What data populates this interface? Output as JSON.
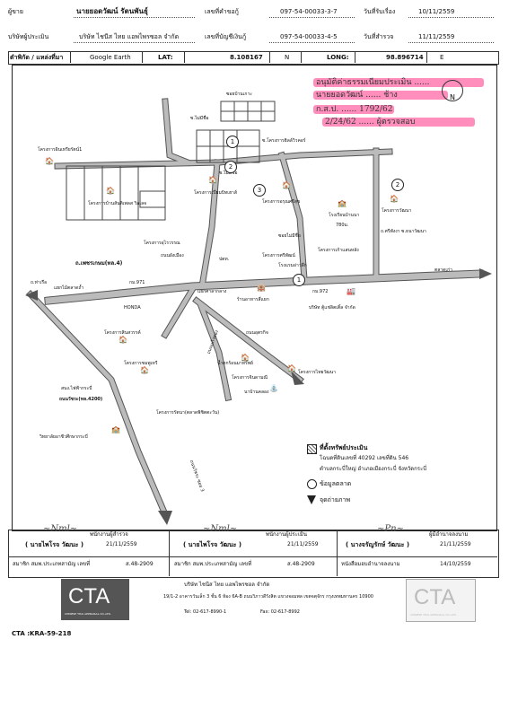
{
  "header": {
    "row1": {
      "owner_label": "ผู้ขาย",
      "owner_value": "นายยอดวัฒน์ รัตนพันธุ์",
      "request_no_label": "เลขที่คำขอกู้",
      "request_no_value": "097-54-00033-3-7",
      "receive_date_label": "วันที่รับเรื่อง",
      "receive_date_value": "10/11/2559"
    },
    "row2": {
      "company_label": "บริษัทผู้ประเมิน",
      "company_value": "บริษัท ไชนีส ไทย แอพไพรซอล จำกัด",
      "account_label": "เลขที่บัญชีเงินกู้",
      "account_value": "097-54-00033-4-5",
      "survey_date_label": "วันที่สำรวจ",
      "survey_date_value": "11/11/2559"
    },
    "coords": {
      "place_label": "ตำพิกัด / แหล่งที่มา",
      "source_value": "Google Earth",
      "lat_label": "LAT:",
      "lat_value": "8.108167",
      "lat_dir": "N",
      "long_label": "LONG:",
      "long_value": "98.896714",
      "long_dir": "E"
    }
  },
  "map": {
    "handwritten_notes": [
      "อนุมัติค่าธรรมเนียมประเมิน ......",
      "นายยอดวัฒน์ ...... ช้าง",
      "ก.ส.ป. ...... 1792/62",
      "2/24/62 ...... ผู้ตรวจสอบ"
    ],
    "labels": {
      "alley_top": "ซอยบ้านเกาะ",
      "soi_a": "ซ.ไม่มีชื่อ",
      "soi_b": "ซ.ไม่มีชื่อ",
      "soi_kk": "ซ.โครงการฮิลล์วิวคอร์",
      "proj1": "โครงการอินเทรียรัตน์1",
      "proj2": "โครงการบ้านสันติเพลส วิลเลจ",
      "proj3": "โครงการเปี่ยมบิทเฮาส์",
      "proj4": "โครงการอรุณศรีสุข",
      "proj5": "โครงการวัฒนา",
      "proj6": "โครงการเก้าแสนหลัง",
      "school": "โรงเรียนบ้านนา",
      "dist1": "780ม.",
      "soi_c": "ซอยไม่มีชื่อ",
      "soi_d": "ถ.ศรีพังงา ซ.ธนาวัฒนา",
      "soi_e": "ซอยไม่มีชื่อ",
      "main_road": "ถ.เพชรเกษม(ทล.4)",
      "road_mueang": "ถนนผังเมือง",
      "km971": "กม.971",
      "km972": "กม.972",
      "gas": "ปตท.",
      "shop1": "โครงการศรีพัฒน์",
      "shop2": "ร้านอาหารสี่แยก",
      "ptt_sym": "แยกศาลากลาง",
      "noodle": "โรงแรมอ่าวลึก",
      "honda": "HONDA",
      "pakklong": "แยกไม้ตลาดถ้ำ",
      "tsingtao": "บริษัท ตู้แช่ลิตเติ้ล จำกัด",
      "tolane": "ตลาดเก่า",
      "krabi_rd": "ถ.ท่าเรือ",
      "proj_saiyan": "โครงการสินสวรรค์",
      "proj_kumkan": "โครงการชมพูเทวี",
      "water": "น้ำตกร้อนมาทรัพย์",
      "proj_thai": "โครงการไทยวัฒนา",
      "proj_jindar": "โครงการจินดามณี",
      "proj_uthai": "โครงการอุไรวรรณ",
      "naatan": "นาบ้านคลอง",
      "rd_kaewtong": "ถนนแก้วทอง",
      "rd_utarakit": "ถนนอุตรกิจ",
      "rd_wachirawut": "ถนนวัชระ(ทล.4200)",
      "tet": "สนง.ไฟฟ้ากระบี่",
      "rattana": "โครงการรัตนา(ตลาดพิชิตตะวัน)",
      "vit": "วิทยาลัยอาชีวศึกษากระบี่",
      "rd_bottom": "ถนนวัชระ ซอย 3"
    },
    "markers": [
      "1",
      "2",
      "3",
      "2",
      "1"
    ],
    "north": "N"
  },
  "legend": {
    "item1_title": "ที่ตั้งทรัพย์ประเมิน",
    "item1_line1": "โฉนดที่ดินเลขที่ 40292 เลขที่ดิน 546",
    "item1_line2": "ตำบลกระบี่ใหญ่ อำเภอเมืองกระบี่ จังหวัดกระบี่",
    "item2": "ข้อมูลตลาด",
    "item3": "จุดถ่ายภาพ"
  },
  "signatures": {
    "col1": {
      "role": "พนักงานผู้สำรวจ",
      "name": "( นายไพโรจ วัฒนะ )",
      "date": "21/11/2559",
      "member_label": "สมาชิก สมพ.ประเภทสามัญ เลขที่",
      "member_no": "ส.48-2909"
    },
    "col2": {
      "role": "พนักงานผู้ประเมิน",
      "name": "( นายไพโรจ วัฒนะ )",
      "date": "21/11/2559",
      "member_label": "สมาชิก สมพ.ประเภทสามัญ เลขที่",
      "member_no": "ส.48-2909"
    },
    "col3": {
      "role": "ผู้มีอำนาจลงนาม",
      "name": "( นางจรัญรักษ์ วัฒนะ )",
      "date": "21/11/2559",
      "doc_label": "หนังสือมอบอำนาจลงนาม",
      "doc_date": "14/10/2559"
    }
  },
  "footer": {
    "logo_text": "CTA",
    "logo_sub": "CHINESE THAI APPRAISAL CO.,LTD.",
    "company": "บริษัท ไชนีส ไทย แอพไพรซอล จำกัด",
    "address": "19/1-2 อาคารวันเล็ก 3 ชั้น 6 ห้อง 6A-B ถนนวิภาวดีรังสิต แขวงจอมพล เขตจตุจักร กรุงเทพมหานคร 10900",
    "tel": "Tel: 02-617-8990-1",
    "fax": "Fax: 02-617-8992",
    "ref": "CTA :KRA-59-218"
  },
  "colors": {
    "highlight": "#ff7ab0",
    "road": "#b9b9b9"
  }
}
